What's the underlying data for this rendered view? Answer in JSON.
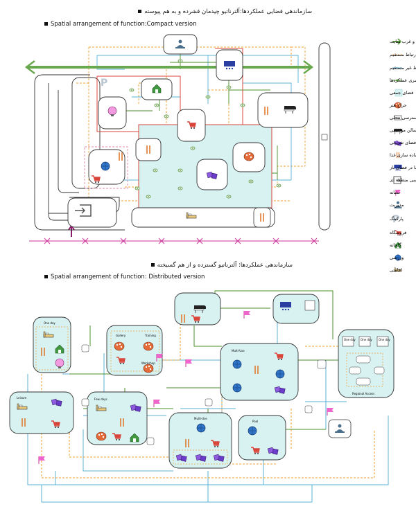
{
  "headings": {
    "compact_fa": "سازماندهی فضایی عملکردها:آلترناتیو چیدمان فشرده و به هم پیوسته",
    "compact_en": "Spatial arrangement of function:Compact version",
    "distributed_fa": "سازماندهی عملکردها: آلترناتیو گسترده و از هم گسیخته",
    "distributed_en": "Spatial arrangement of function: Distributed version"
  },
  "legend": [
    {
      "label": "ارتباط بصری شرق و غرب سایت",
      "icon": "green-arrow-icon"
    },
    {
      "label": "ارتباط مستقیم",
      "icon": "orange-dashed-line-icon"
    },
    {
      "label": "ارتباط غیر مستقیم",
      "icon": "blue-line-icon"
    },
    {
      "label": "ارتباط بصری عملکردها",
      "icon": "green-eye-line-icon"
    },
    {
      "label": "فضای جمعی",
      "icon": "cyan-square-icon"
    },
    {
      "label": "حراج هنر",
      "icon": "palette-icon"
    },
    {
      "label": "دسترسی محلی",
      "icon": "local-access-icon"
    },
    {
      "label": "سالن موسیقی",
      "icon": "piano-icon"
    },
    {
      "label": "فضای تفریحی",
      "icon": "dice-icon"
    },
    {
      "label": "آماده سازی غذا",
      "icon": "cutlery-icon"
    },
    {
      "label": "سینما در فضای باز",
      "icon": "cinema-icon"
    },
    {
      "label": "دسترسی منطقه ای",
      "icon": "regional-access-icon"
    },
    {
      "label": "نشانه",
      "icon": "flag-icon"
    },
    {
      "label": "مدیریت",
      "icon": "management-icon"
    },
    {
      "label": "پارکینگ",
      "icon": "parking-icon"
    },
    {
      "label": "فروشگاه",
      "icon": "cart-icon"
    },
    {
      "label": "گلخانه",
      "icon": "greenhouse-icon"
    },
    {
      "label": "ورزشی",
      "icon": "sport-ball-icon"
    },
    {
      "label": "اقامتی",
      "icon": "bed-icon"
    }
  ],
  "distributed_labels": {
    "one_day": "One day",
    "gallery": "Gallery",
    "training": "Training",
    "workshop": "Workshop",
    "leisure": "Leisure",
    "few_days": "Few days",
    "multi_use": "Multi-Use",
    "multi_use_2": "Multi-Use",
    "pool": "Pool",
    "regional_access": "Regional Access"
  },
  "colors": {
    "green": "#4a8f2a",
    "orange": "#f0a030",
    "blue": "#5ab0d8",
    "cyan_fill": "#d8f2f2",
    "red": "#d9453b",
    "pink": "#cc3399",
    "purple": "#6a3cc9"
  }
}
